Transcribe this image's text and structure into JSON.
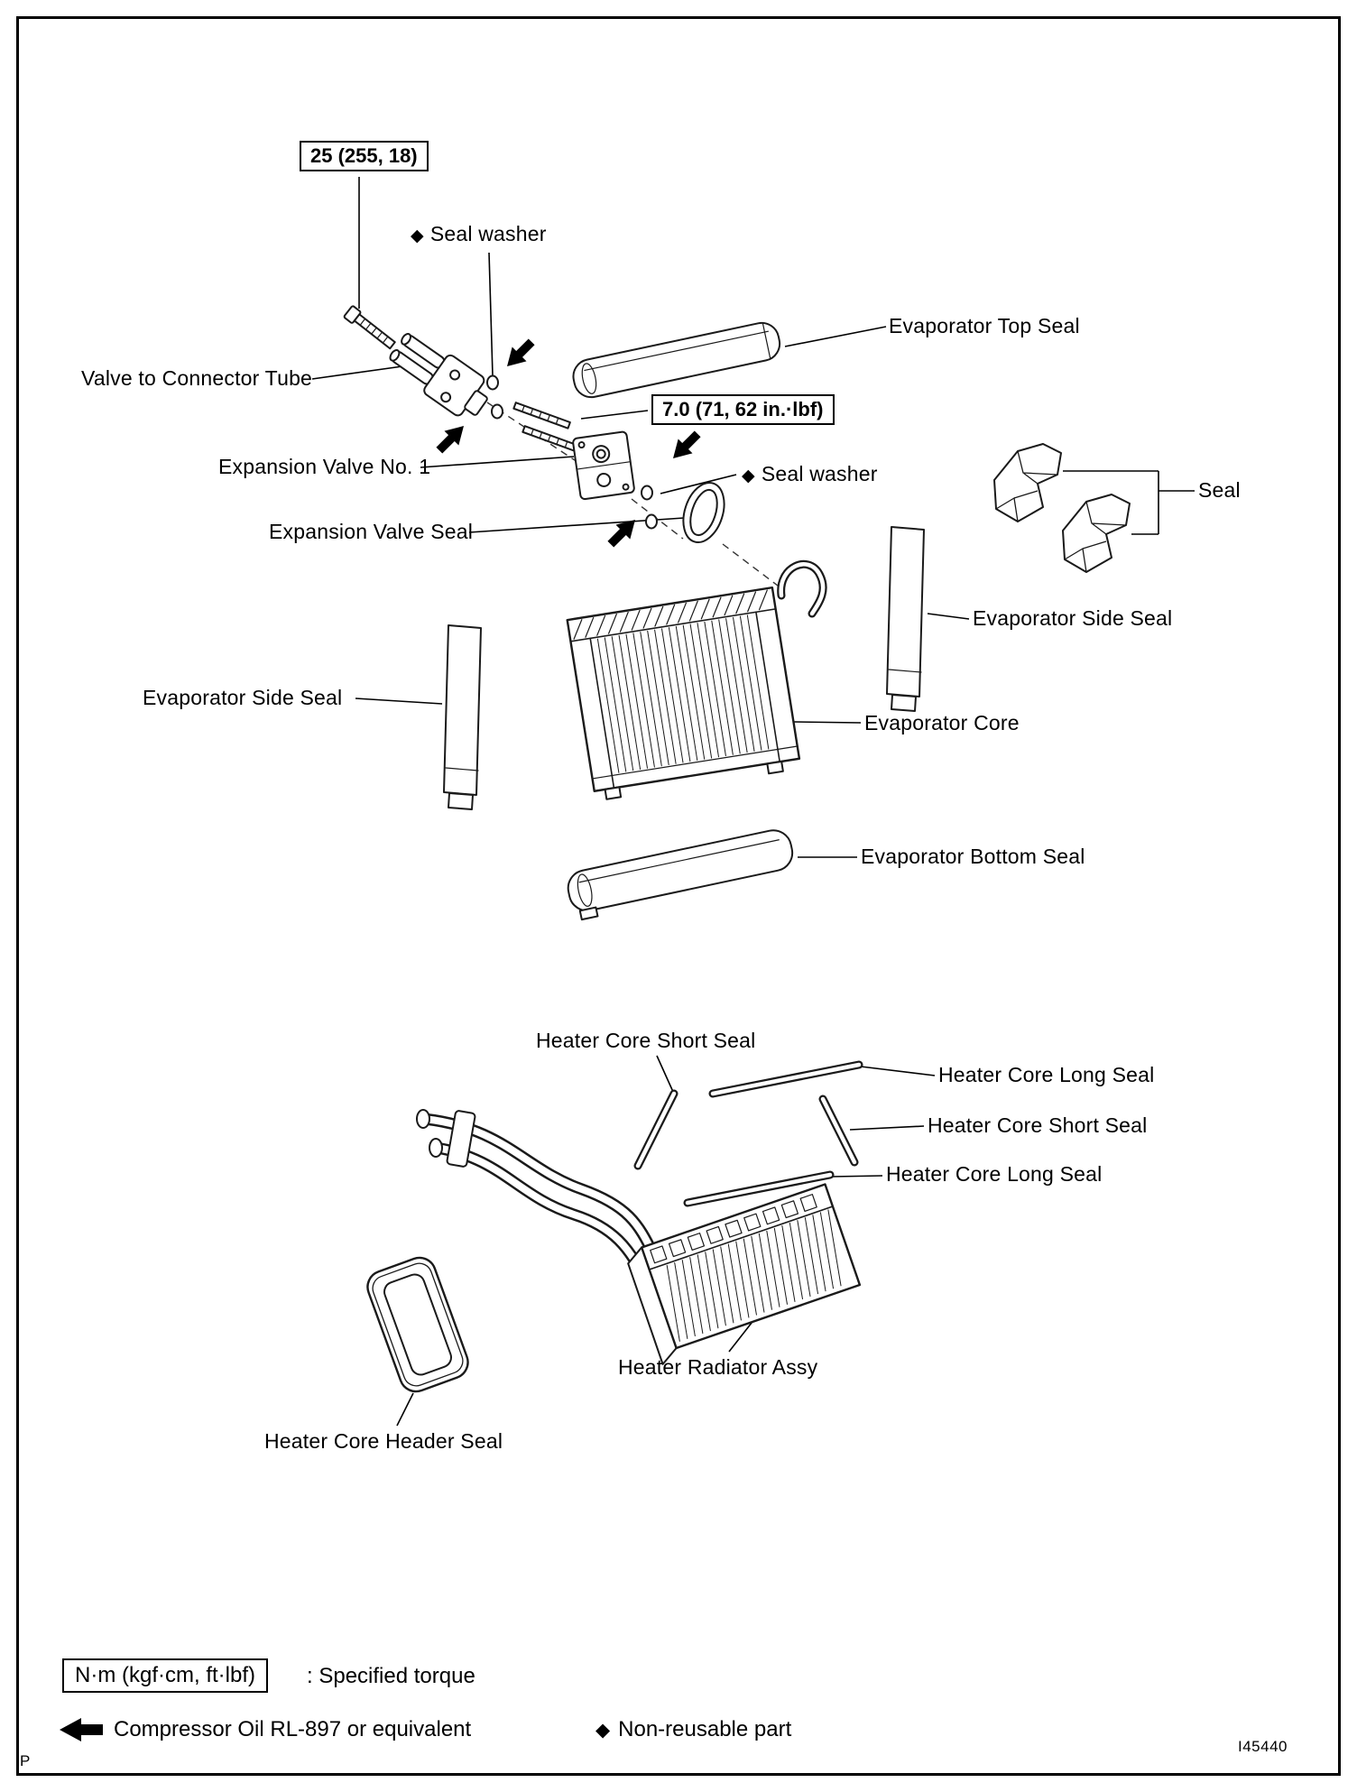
{
  "page": {
    "marker": "P",
    "figure_id": "I45440"
  },
  "icons": {
    "diamond": "◆"
  },
  "torque_labels": {
    "bolt_torque": "25 (255, 18)",
    "valve_torque": "7.0 (71, 62 in.·lbf)"
  },
  "callouts": {
    "seal_washer_top": "Seal washer",
    "valve_to_connector_tube": "Valve to Connector Tube",
    "evaporator_top_seal": "Evaporator Top Seal",
    "expansion_valve_no1": "Expansion Valve No. 1",
    "seal_washer_lower": "Seal washer",
    "seal": "Seal",
    "expansion_valve_seal": "Expansion Valve Seal",
    "evaporator_side_seal_right": "Evaporator Side Seal",
    "evaporator_side_seal_left": "Evaporator Side Seal",
    "evaporator_core": "Evaporator Core",
    "evaporator_bottom_seal": "Evaporator Bottom Seal",
    "heater_core_short_seal_top": "Heater Core Short Seal",
    "heater_core_long_seal_top": "Heater Core Long Seal",
    "heater_core_short_seal_mid": "Heater Core Short Seal",
    "heater_core_long_seal_bottom": "Heater Core Long Seal",
    "heater_radiator_assy": "Heater Radiator Assy",
    "heater_core_header_seal": "Heater Core Header Seal"
  },
  "legend": {
    "torque_box": "N·m (kgf·cm, ft·lbf)",
    "torque_desc": ": Specified torque",
    "compressor_oil": "Compressor Oil RL-897 or equivalent",
    "non_reusable": "Non-reusable part"
  }
}
